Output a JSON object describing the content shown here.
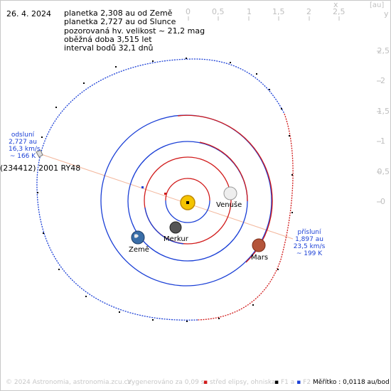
{
  "date": "26. 4. 2024",
  "info": {
    "earth_distance": "planetka 2,308 au od Země",
    "sun_distance": "planetka 2,727 au od Slunce",
    "magnitude": "pozorovaná hv. velikost ~ 21,2 mag",
    "period": "oběžná doba 3,515 let",
    "interval": "interval bodů 32,1 dnů"
  },
  "x_axis": {
    "ticks": [
      "0",
      "0,5",
      "1",
      "1,5",
      "2",
      "2,5"
    ],
    "label": "x",
    "unit": "[au]"
  },
  "y_axis": {
    "ticks": [
      "2,5",
      "2",
      "1,5",
      "1",
      "0,5",
      "0"
    ],
    "label": "y"
  },
  "asteroid": {
    "name": "(234412) 2001 RY48",
    "aphelion": {
      "title": "odsluní",
      "distance": "2,727 au",
      "speed": "16,3 km/s",
      "temp": "~ 166 K"
    },
    "perihelion": {
      "title": "přísluní",
      "distance": "1,897 au",
      "speed": "23,5 km/s",
      "temp": "~ 199 K"
    }
  },
  "planets": {
    "venus": "Venuše",
    "mercury": "Merkur",
    "earth": "Země",
    "mars": "Mars"
  },
  "footer": {
    "copyright": "© 2024 Astronomia, astronomia.zcu.cz",
    "generated": "Vygenerováno za 0,09 s",
    "center": "střed elipsy, ohniska",
    "f1": "F1",
    "a": "a",
    "f2": "F2",
    "scale": "Měřítko : 0,0118 au/bod"
  },
  "colors": {
    "asteroid_blue": "#1a3fd6",
    "asteroid_red": "#d11b1b",
    "sun": "#f5c400",
    "axis": "#bfbfbf"
  }
}
